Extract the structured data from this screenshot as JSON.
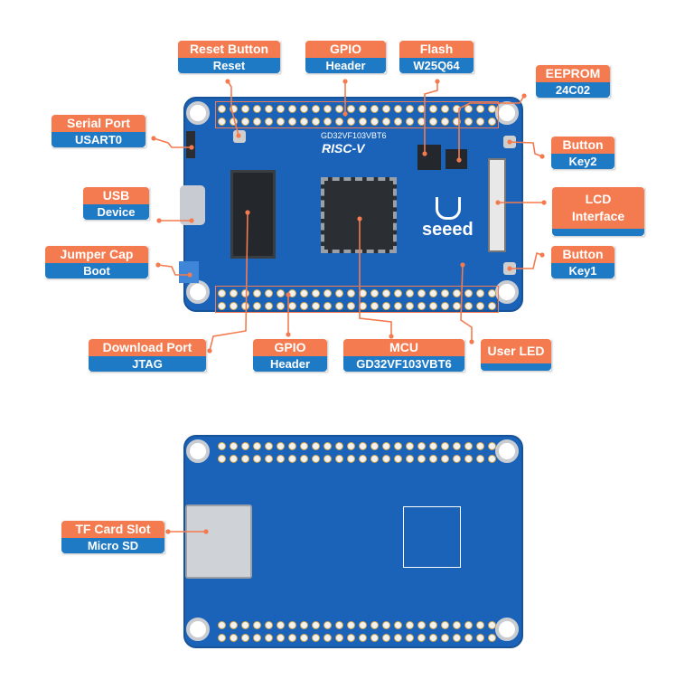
{
  "colors": {
    "label_top": "#f47b4f",
    "label_bottom": "#1f7ac6",
    "board": "#1b63b8",
    "leader_line": "#f47b4f"
  },
  "board_front": {
    "silkscreen": {
      "chip_name": "GD32VF103VBT6",
      "arch_logo": "RISC-V",
      "brand_logo": "seeed"
    },
    "labels": [
      {
        "id": "reset",
        "title": "Reset Button",
        "subtitle": "Reset"
      },
      {
        "id": "gpio-top",
        "title": "GPIO",
        "subtitle": "Header"
      },
      {
        "id": "flash",
        "title": "Flash",
        "subtitle": "W25Q64"
      },
      {
        "id": "eeprom",
        "title": "EEPROM",
        "subtitle": "24C02"
      },
      {
        "id": "serial",
        "title": "Serial Port",
        "subtitle": "USART0"
      },
      {
        "id": "usb",
        "title": "USB",
        "subtitle": "Device"
      },
      {
        "id": "jumper",
        "title": "Jumper Cap",
        "subtitle": "Boot"
      },
      {
        "id": "key2",
        "title": "Button",
        "subtitle": "Key2"
      },
      {
        "id": "lcd",
        "title": "LCD Interface",
        "subtitle": ""
      },
      {
        "id": "key1",
        "title": "Button",
        "subtitle": "Key1"
      },
      {
        "id": "jtag",
        "title": "Download Port",
        "subtitle": "JTAG"
      },
      {
        "id": "gpio-bottom",
        "title": "GPIO",
        "subtitle": "Header"
      },
      {
        "id": "mcu",
        "title": "MCU",
        "subtitle": "GD32VF103VBT6"
      },
      {
        "id": "led",
        "title": "User LED",
        "subtitle": ""
      }
    ]
  },
  "board_back": {
    "labels": [
      {
        "id": "tf",
        "title": "TF Card Slot",
        "subtitle": "Micro SD"
      }
    ]
  }
}
